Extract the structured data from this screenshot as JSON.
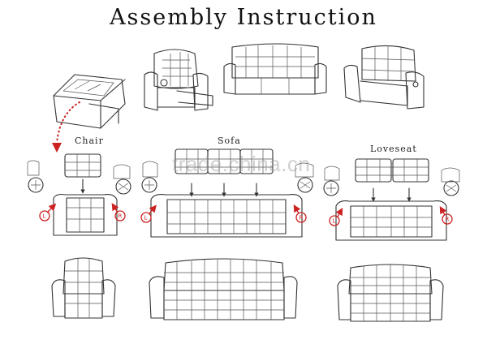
{
  "title": "Assembly Instruction",
  "labels": {
    "chair": "Chair",
    "sofa": "Sofa",
    "loveseat": "Loveseat"
  },
  "watermark": "trade.china.cn",
  "markers": {
    "left": "L",
    "right": "R"
  },
  "colors": {
    "line": "#333333",
    "marker": "#cc2222",
    "watermark": "#969696"
  }
}
